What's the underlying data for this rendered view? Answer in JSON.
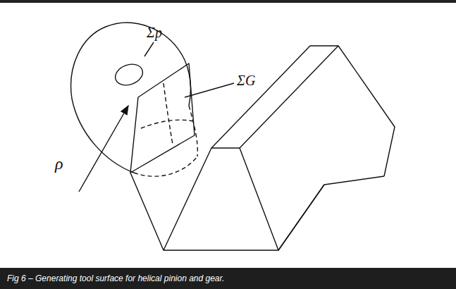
{
  "diagram": {
    "caption": "Fig 6 – Generating tool surface for helical pinion and gear.",
    "labels": [
      "Σp",
      "ΣG",
      "ρ"
    ]
  }
}
